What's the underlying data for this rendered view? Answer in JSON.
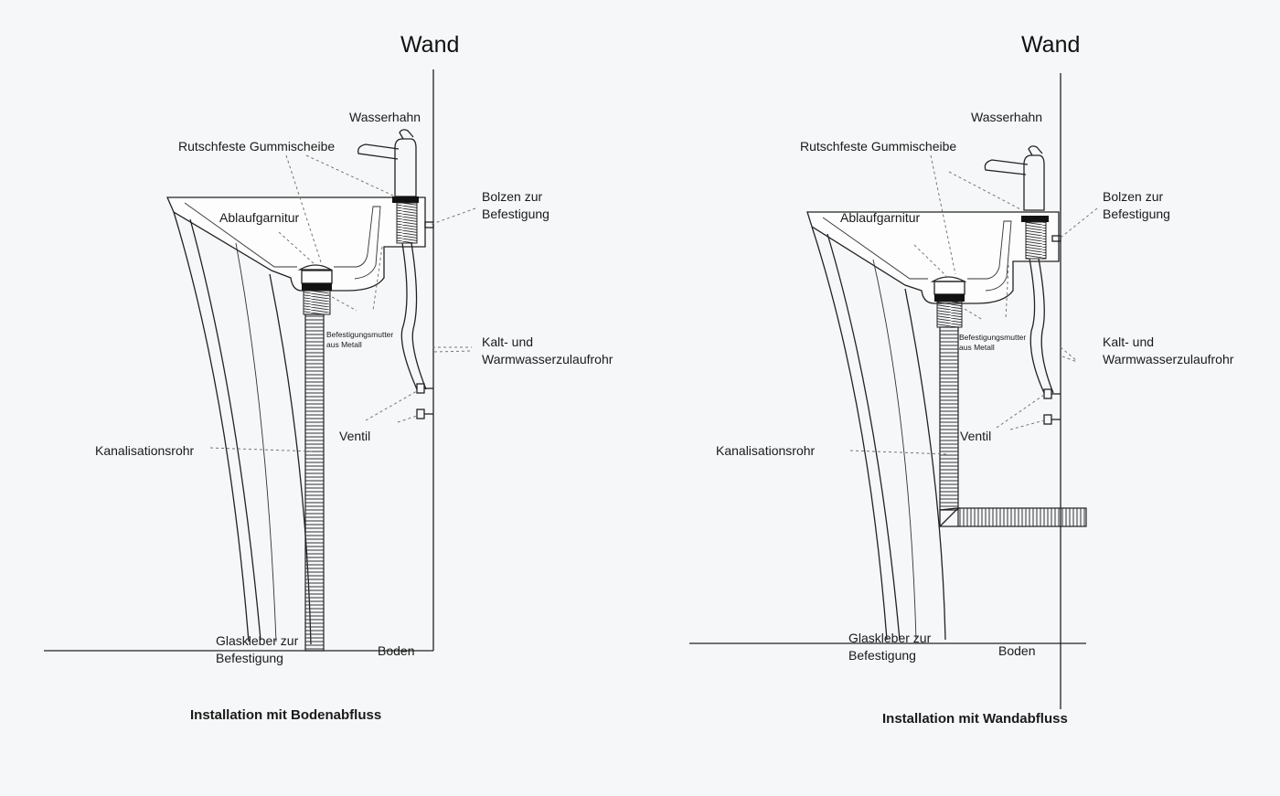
{
  "panels": [
    {
      "id": "floor",
      "wall": "Wand",
      "faucet": "Wasserhahn",
      "rubber_washer": "Rutschfeste Gummischeibe",
      "drain_fitting": "Ablaufgarnitur",
      "bolts": "Bolzen zur\nBefestigung",
      "metal_nut": "Befestigungsmutter\naus Metall",
      "supply_pipes": "Kalt- und\nWarmwasserzulaufrohr",
      "valve": "Ventil",
      "sewer_pipe": "Kanalisationsrohr",
      "glass_glue": "Glaskleber zur\nBefestigung",
      "floor": "Boden",
      "caption": "Installation mit Bodenabfluss"
    },
    {
      "id": "wall",
      "wall": "Wand",
      "faucet": "Wasserhahn",
      "rubber_washer": "Rutschfeste Gummischeibe",
      "drain_fitting": "Ablaufgarnitur",
      "bolts": "Bolzen zur\nBefestigung",
      "metal_nut": "Befestigungsmutter\naus Metall",
      "supply_pipes": "Kalt- und\nWarmwasserzulaufrohr",
      "valve": "Ventil",
      "sewer_pipe": "Kanalisationsrohr",
      "glass_glue": "Glaskleber zur\nBefestigung",
      "floor": "Boden",
      "caption": "Installation mit Wandabfluss"
    }
  ]
}
